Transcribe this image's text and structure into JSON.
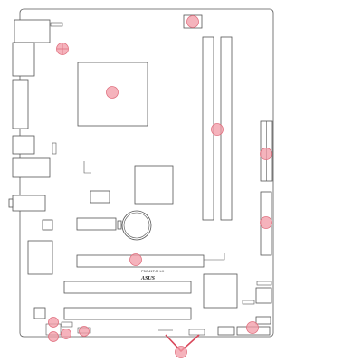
{
  "board": {
    "model_label": "P5G41T-M LX",
    "brand_label": "ASUS"
  },
  "colors": {
    "hotspot": "#f19aa6",
    "pointer": "#d9475a",
    "outline": "#5a5a5a"
  },
  "hotspots": [
    "cpu-fan-header",
    "cpu-socket",
    "chassis-fan-header",
    "dimm-slot",
    "eatx-power-connector",
    "sata-connectors",
    "pcie-x16-slot",
    "front-audio-header",
    "spdif-header",
    "usb-header",
    "front-panel-header",
    "ide-connector",
    "atx12v-connector"
  ]
}
